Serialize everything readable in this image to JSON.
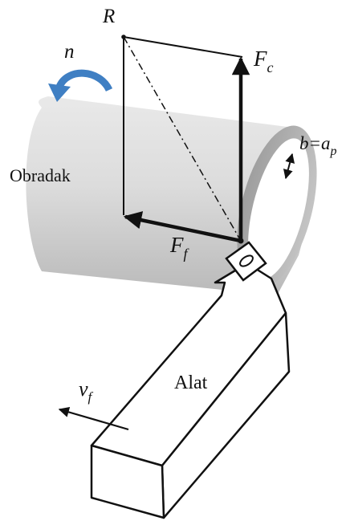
{
  "labels": {
    "resultant": "R",
    "rotation": "n",
    "cutting_force": "F",
    "cutting_force_sub": "c",
    "feed_force": "F",
    "feed_force_sub": "f",
    "depth": "b=a",
    "depth_sub": "p",
    "workpiece": "Obradak",
    "tool": "Alat",
    "feed_velocity": "v",
    "feed_velocity_sub": "f"
  },
  "colors": {
    "workpiece_light": "#ebebeb",
    "workpiece_mid": "#d2d2d2",
    "workpiece_dark": "#a8a8a8",
    "rotation_arrow": "#3f7fc3",
    "lines": "#111111"
  },
  "icons": {
    "rotation": "curved-arrow-icon",
    "cutting_insert": "rhombic-insert-icon"
  }
}
